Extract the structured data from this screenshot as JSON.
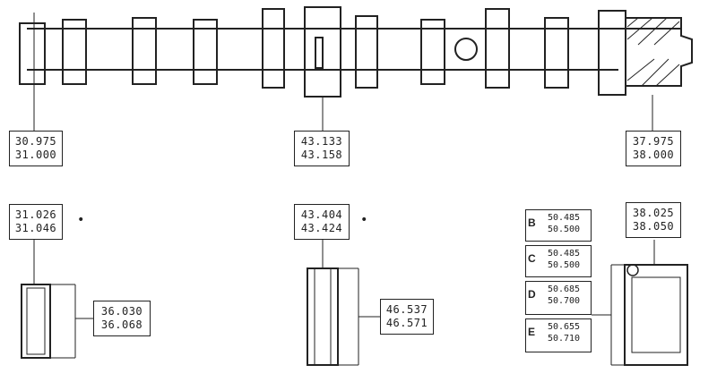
{
  "camshaft_tolerance": {
    "left": [
      "30.975",
      "31.000"
    ],
    "middle": [
      "43.133",
      "43.158"
    ],
    "right": [
      "37.975",
      "38.000"
    ]
  },
  "bearing_bore": {
    "left": [
      "31.026",
      "31.046"
    ],
    "middle": [
      "43.404",
      "43.424"
    ],
    "right": [
      "38.025",
      "38.050"
    ]
  },
  "outer_diameter": {
    "left": [
      "36.030",
      "36.068"
    ],
    "middle": [
      "46.537",
      "46.571"
    ]
  },
  "grades": [
    {
      "letter": "B",
      "values": [
        "50.485",
        "50.500"
      ]
    },
    {
      "letter": "C",
      "values": [
        "50.485",
        "50.500"
      ]
    },
    {
      "letter": "D",
      "values": [
        "50.685",
        "50.700"
      ]
    },
    {
      "letter": "E",
      "values": [
        "50.655",
        "50.710"
      ]
    }
  ],
  "mark": "•"
}
